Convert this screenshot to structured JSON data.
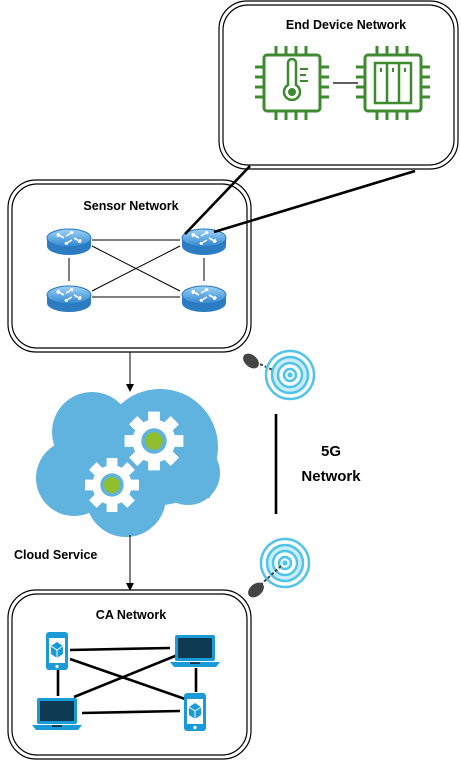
{
  "labels": {
    "end_device_network": "End Device Network",
    "sensor_network": "Sensor Network",
    "cloud_service": "Cloud Service",
    "ca_network": "CA Network",
    "network_5g_line1": "5G",
    "network_5g_line2": "Network"
  },
  "icons": {
    "thermometer_chip": "thermometer-chip-icon",
    "memory_chip": "memory-chip-icon",
    "router": "router-icon",
    "cloud_gears": "cloud-gears-icon",
    "antenna": "wireless-antenna-icon",
    "mobile": "mobile-phone-icon",
    "laptop": "laptop-icon"
  },
  "colors": {
    "chip_green": "#3e8a2f",
    "router_blue": "#4a9de0",
    "cloud_blue": "#5fb3de",
    "gear_white": "#ffffff",
    "gear_center_green": "#8fbe2f",
    "device_blue": "#1a9ad6",
    "antenna_grey": "#444444",
    "signal_blue": "#4fc3ea"
  }
}
